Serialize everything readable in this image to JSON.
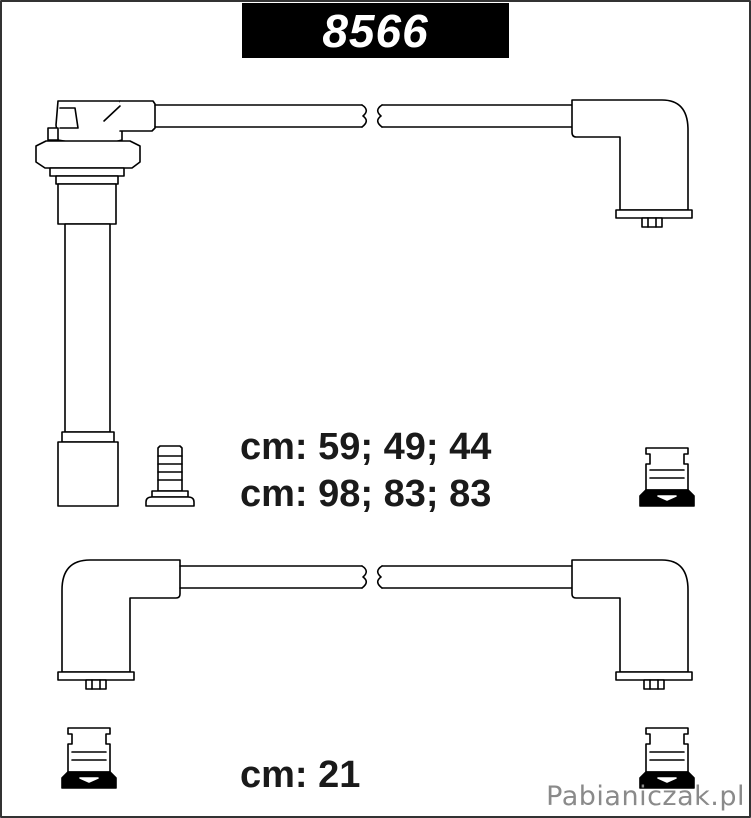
{
  "part_number": "8566",
  "lengths": {
    "line1": "cm: 59; 49; 44",
    "line2": "cm: 98; 83; 83",
    "line3": "cm: 21"
  },
  "watermark": "Pabianiczak.pl",
  "colors": {
    "ink": "#000000",
    "title_bg": "#000000",
    "title_text": "#ffffff",
    "watermark": "#8a8a8a"
  }
}
